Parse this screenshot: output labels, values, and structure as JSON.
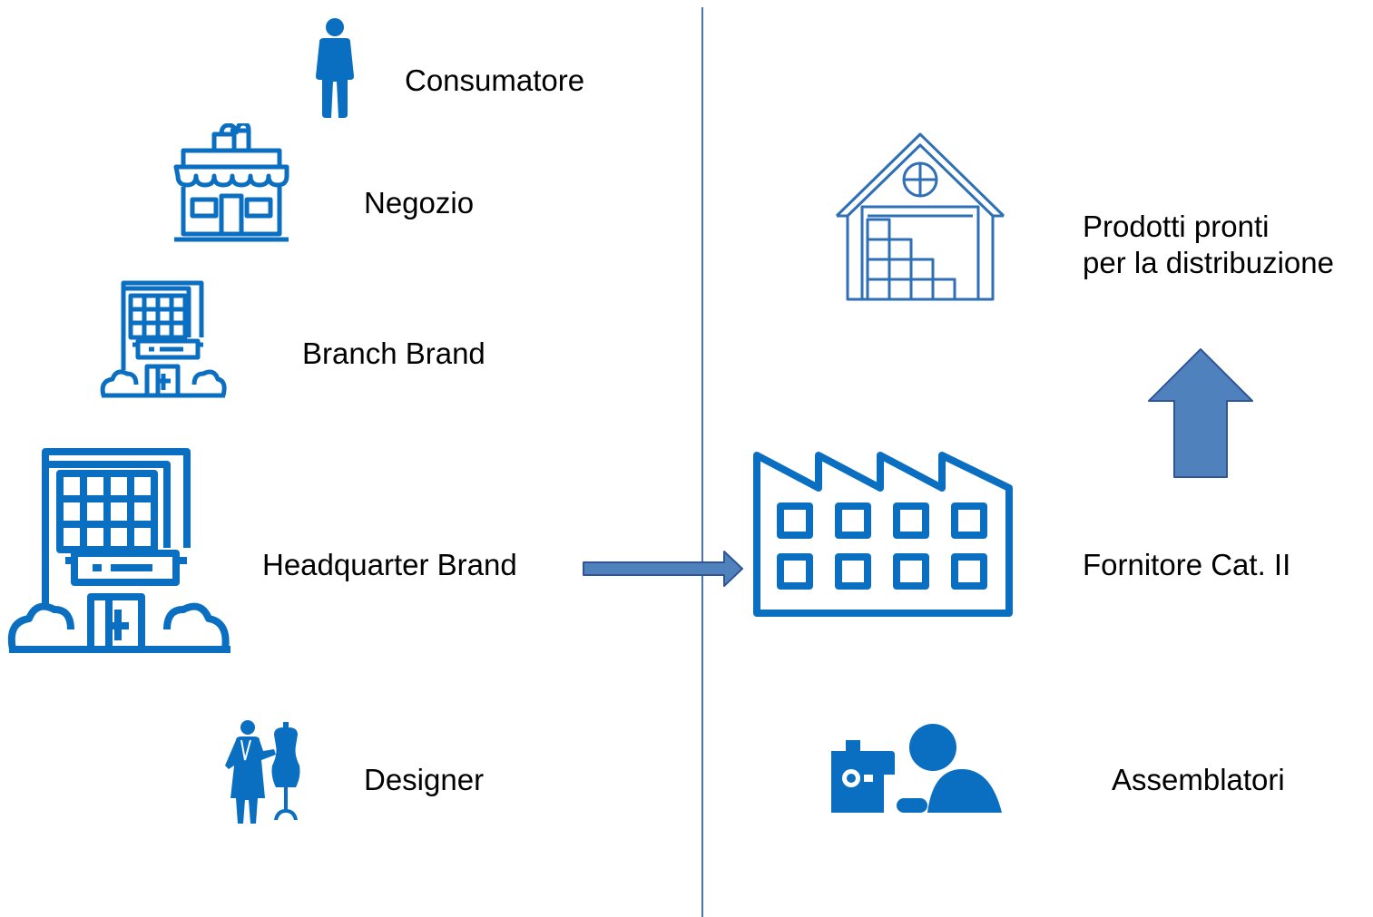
{
  "colors": {
    "icon_blue": "#0b6fc1",
    "divider_blue": "#4472c4",
    "arrow_fill": "#4f81bd",
    "arrow_stroke": "#2f5597",
    "text": "#000000"
  },
  "left": {
    "consumatore": {
      "label": "Consumatore",
      "icon": "person-icon"
    },
    "negozio": {
      "label": "Negozio",
      "icon": "shop-icon"
    },
    "branch_brand": {
      "label": "Branch Brand",
      "icon": "office-building-icon"
    },
    "headquarter_brand": {
      "label": "Headquarter Brand",
      "icon": "headquarter-building-icon"
    },
    "designer": {
      "label": "Designer",
      "icon": "designer-mannequin-icon"
    }
  },
  "right": {
    "prodotti": {
      "label_line1": "Prodotti pronti",
      "label_line2": "per la distribuzione",
      "icon": "warehouse-icon"
    },
    "fornitore": {
      "label": "Fornitore Cat. II",
      "icon": "factory-icon"
    },
    "assemblatori": {
      "label": "Assemblatori",
      "icon": "sewing-machine-worker-icon"
    }
  },
  "connectors": {
    "horizontal": "arrow-right-icon",
    "vertical": "arrow-up-icon"
  }
}
